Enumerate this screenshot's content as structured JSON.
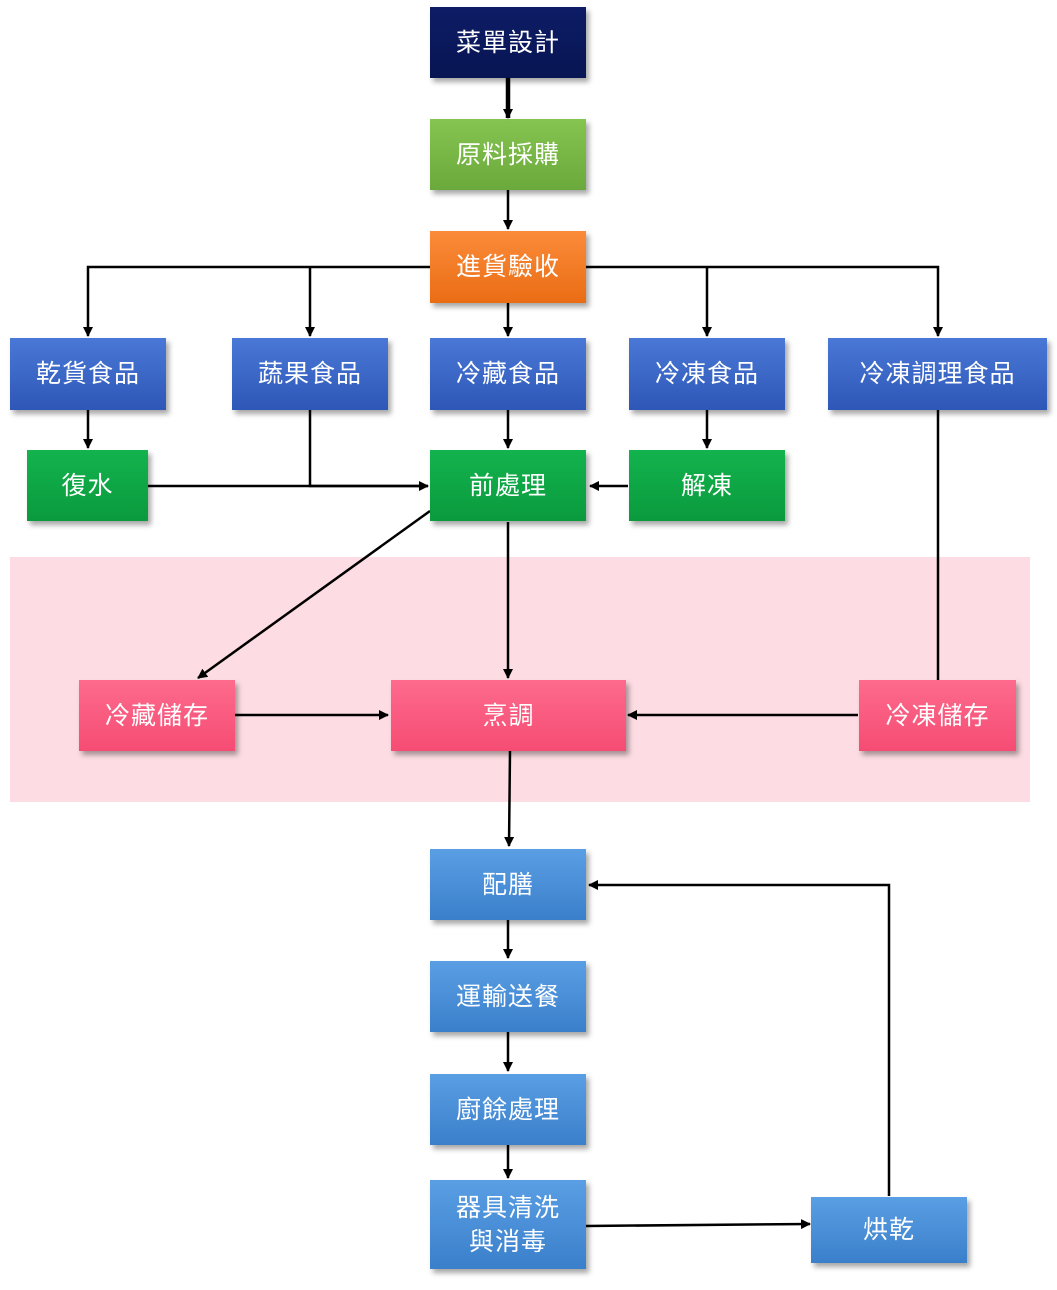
{
  "colors": {
    "navy": "#0b1a5e",
    "green_light": "#78b648",
    "orange": "#f57c22",
    "blue": "#3a66c6",
    "green": "#0fa845",
    "pink": "#fb5a7f",
    "light_blue": "#4a8fd8",
    "zone_pink": "#fddde3"
  },
  "nodes": {
    "menu_design": "菜單設計",
    "procurement": "原料採購",
    "receiving": "進貨驗收",
    "dry_goods": "乾貨食品",
    "produce": "蔬果食品",
    "chilled": "冷藏食品",
    "frozen": "冷凍食品",
    "frozen_prepared": "冷凍調理食品",
    "rehydrate": "復水",
    "preprocess": "前處理",
    "thaw": "解凍",
    "chilled_storage": "冷藏儲存",
    "cooking": "烹調",
    "frozen_storage": "冷凍儲存",
    "plating": "配膳",
    "delivery": "運輸送餐",
    "waste": "廚餘處理",
    "washing": "器具清洗\n與消毒",
    "drying": "烘乾"
  }
}
